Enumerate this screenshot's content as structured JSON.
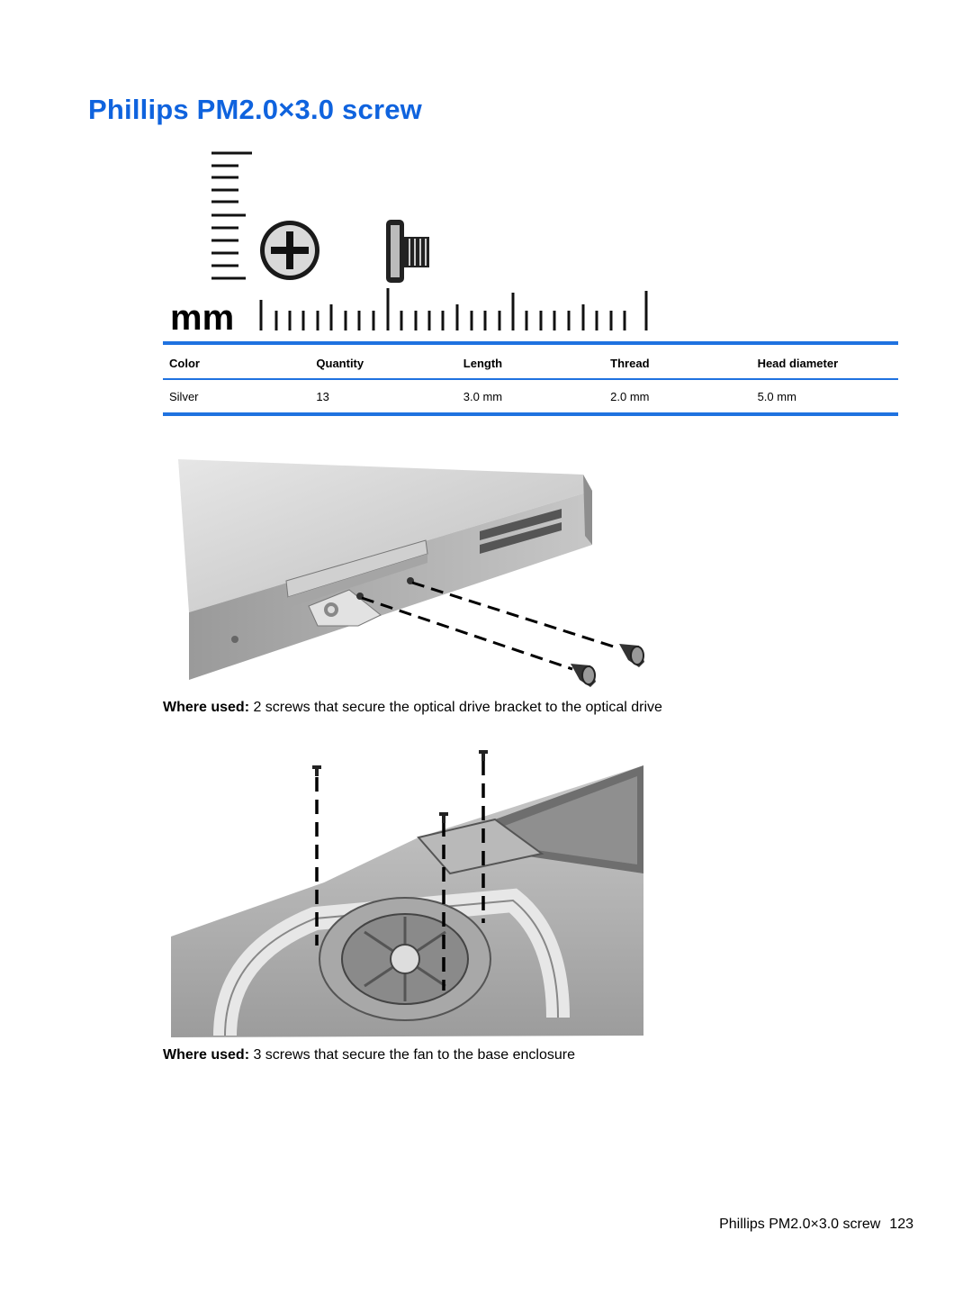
{
  "title": "Phillips PM2.0×3.0 screw",
  "scale": {
    "unit_label": "mm"
  },
  "spec_table": {
    "headers": [
      "Color",
      "Quantity",
      "Length",
      "Thread",
      "Head diameter"
    ],
    "row": [
      "Silver",
      "13",
      "3.0 mm",
      "2.0 mm",
      "5.0 mm"
    ]
  },
  "figures": [
    {
      "caption_label": "Where used:",
      "caption_text": " 2 screws that secure the optical drive bracket to the optical drive"
    },
    {
      "caption_label": "Where used:",
      "caption_text": " 3 screws that secure the fan to the base enclosure"
    }
  ],
  "footer": {
    "text": "Phillips PM2.0×3.0 screw",
    "page_number": "123"
  }
}
